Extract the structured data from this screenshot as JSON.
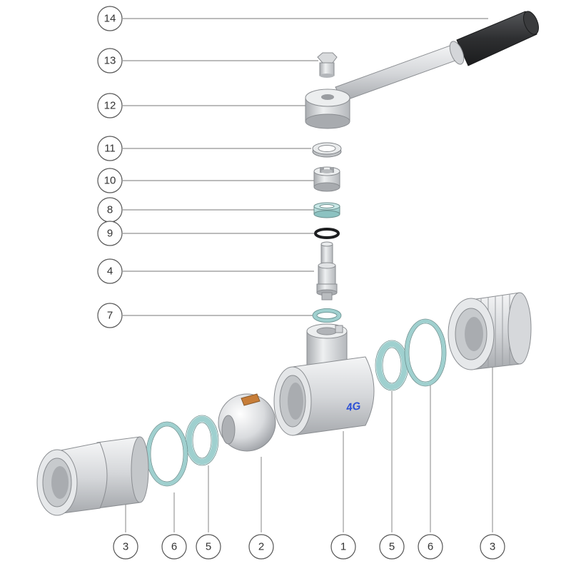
{
  "callouts": {
    "c14": "14",
    "c13": "13",
    "c12": "12",
    "c11": "11",
    "c10": "10",
    "c8": "8",
    "c9": "9",
    "c4": "4",
    "c7": "7",
    "b3a": "3",
    "b6a": "6",
    "b5a": "5",
    "b2": "2",
    "b1": "1",
    "b5b": "5",
    "b6b": "6",
    "b3b": "3"
  },
  "logo": {
    "text": "4G"
  },
  "colors": {
    "seal": "#9fd0cf",
    "steel": "#c9cbce",
    "handle_grip": "#2e2f31",
    "logo": "#2b4fd6"
  }
}
